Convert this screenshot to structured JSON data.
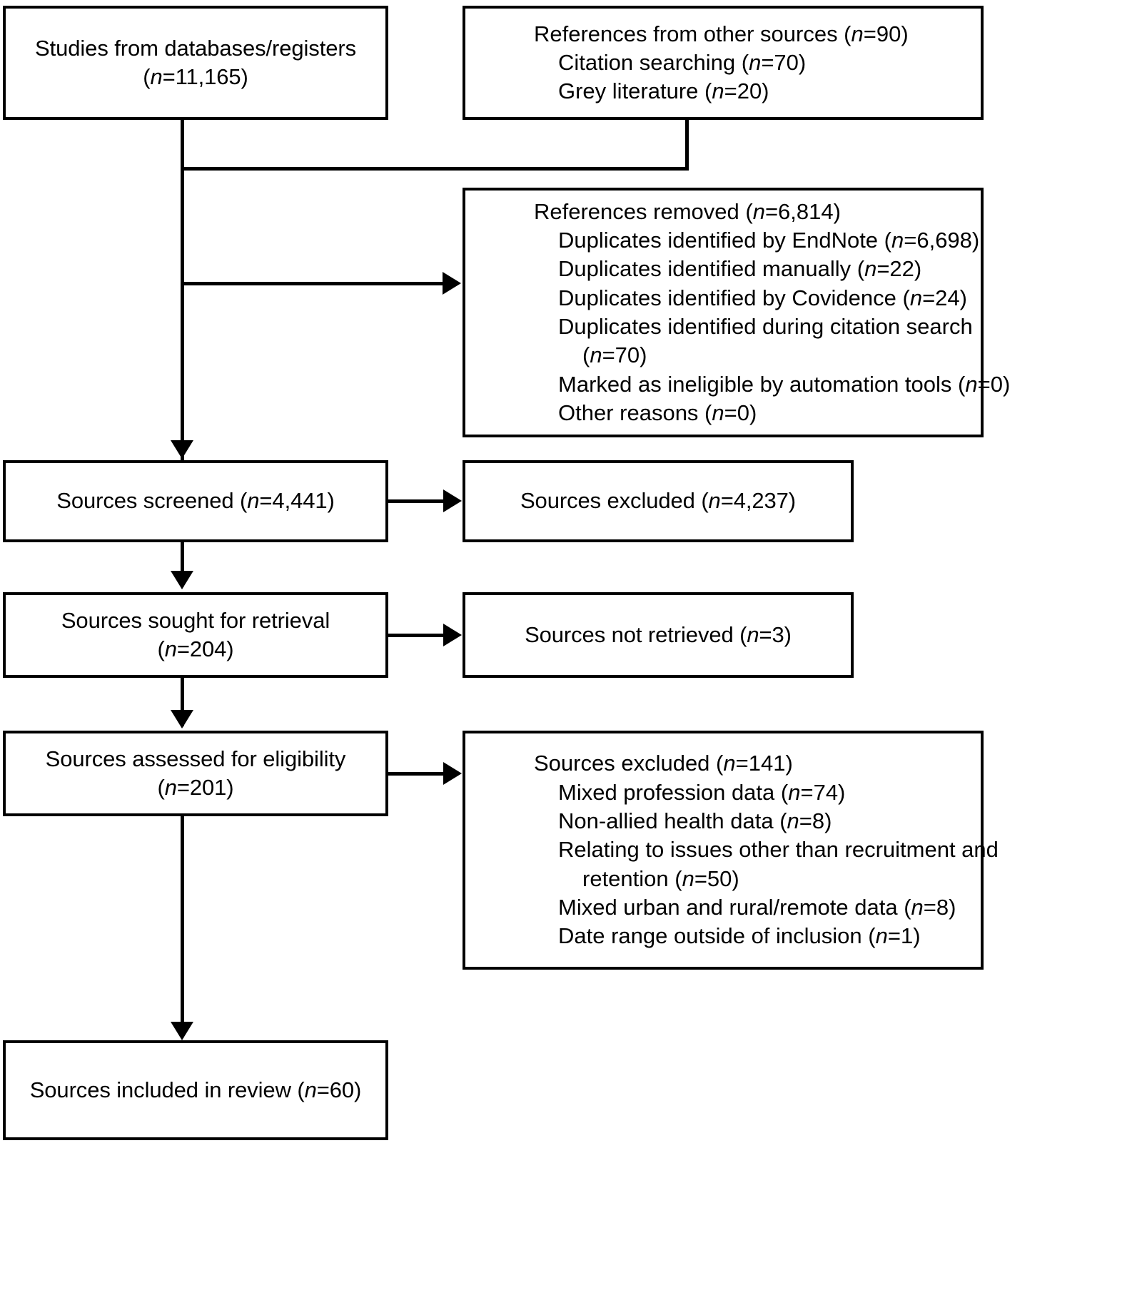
{
  "diagram": {
    "title": "PRISMA flow diagram",
    "type": "flowchart",
    "accent_color": "#000000",
    "background_color": "#ffffff"
  },
  "boxes": {
    "databases": {
      "line1": "Studies from databases/registers",
      "line2_prefix": "(",
      "line2_italic": "n",
      "line2_suffix": "=11,165)"
    },
    "other_sources": {
      "heading_prefix": "References from other sources (",
      "heading_italic": "n",
      "heading_suffix": "=90)",
      "items": [
        {
          "prefix": "Citation searching (",
          "italic": "n",
          "suffix": "=70)"
        },
        {
          "prefix": "Grey literature (",
          "italic": "n",
          "suffix": "=20)"
        }
      ]
    },
    "references_removed": {
      "heading_prefix": "References removed (",
      "heading_italic": "n",
      "heading_suffix": "=6,814)",
      "items": [
        {
          "prefix": "Duplicates identified by EndNote (",
          "italic": "n",
          "suffix": "=6,698)"
        },
        {
          "prefix": "Duplicates identified manually (",
          "italic": "n",
          "suffix": "=22)"
        },
        {
          "prefix": "Duplicates identified by Covidence (",
          "italic": "n",
          "suffix": "=24)"
        },
        {
          "prefix": "Duplicates identified during citation search",
          "italic": "",
          "suffix": ""
        },
        {
          "prefix": "(",
          "italic": "n",
          "suffix": "=70)",
          "indent2": true
        },
        {
          "prefix": "Marked as ineligible by automation tools (",
          "italic": "n",
          "suffix": "=0)"
        },
        {
          "prefix": "Other reasons (",
          "italic": "n",
          "suffix": "=0)"
        }
      ]
    },
    "screened": {
      "prefix": "Sources screened (",
      "italic": "n",
      "suffix": "=4,441)"
    },
    "screened_excluded": {
      "prefix": "Sources excluded (",
      "italic": "n",
      "suffix": "=4,237)"
    },
    "sought": {
      "line1": "Sources sought for retrieval",
      "line2_prefix": "(",
      "line2_italic": "n",
      "line2_suffix": "=204)"
    },
    "not_retrieved": {
      "prefix": "Sources not retrieved (",
      "italic": "n",
      "suffix": "=3)"
    },
    "assessed": {
      "line1": "Sources assessed for eligibility",
      "line2_prefix": "(",
      "line2_italic": "n",
      "line2_suffix": "=201)"
    },
    "eligibility_excluded": {
      "heading_prefix": "Sources excluded (",
      "heading_italic": "n",
      "heading_suffix": "=141)",
      "items": [
        {
          "prefix": "Mixed profession data (",
          "italic": "n",
          "suffix": "=74)"
        },
        {
          "prefix": "Non-allied health data (",
          "italic": "n",
          "suffix": "=8)"
        },
        {
          "prefix": "Relating to issues other than recruitment and",
          "italic": "",
          "suffix": ""
        },
        {
          "prefix": "retention  (",
          "italic": "n",
          "suffix": "=50)",
          "indent2": true
        },
        {
          "prefix": "Mixed urban and rural/remote data  (",
          "italic": "n",
          "suffix": "=8)"
        },
        {
          "prefix": "Date range outside of inclusion (",
          "italic": "n",
          "suffix": "=1)"
        }
      ]
    },
    "included": {
      "prefix": "Sources included in review (",
      "italic": "n",
      "suffix": "=60)"
    }
  }
}
